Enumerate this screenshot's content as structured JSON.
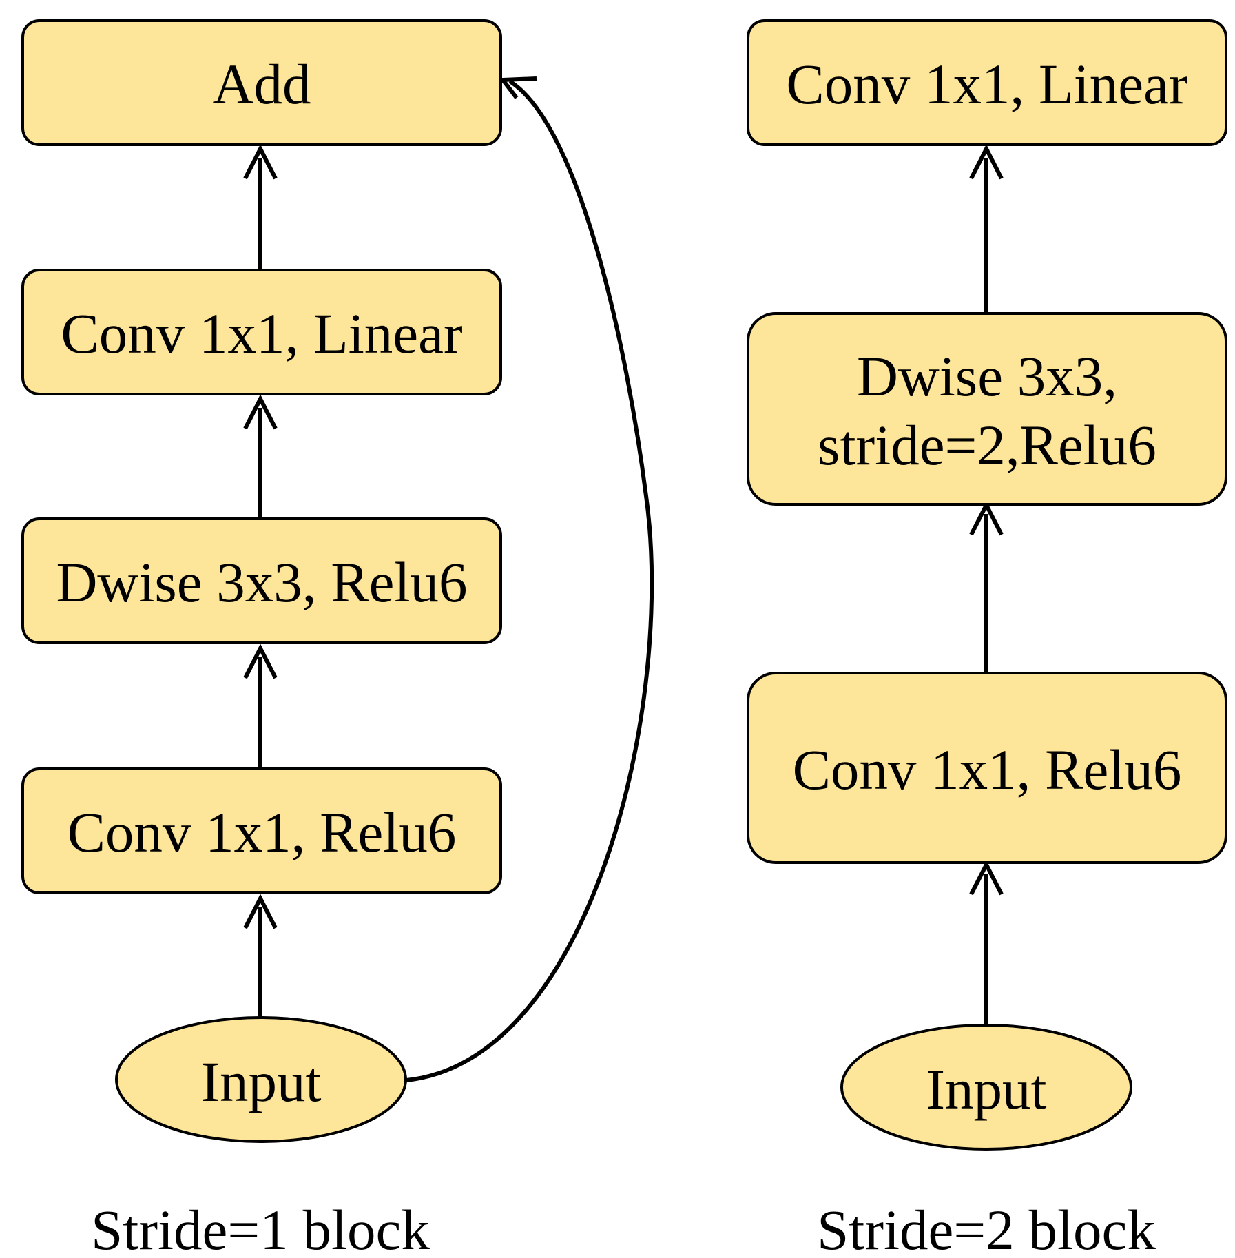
{
  "colors": {
    "node_fill": "#fde599",
    "stroke": "#000000",
    "background": "#ffffff"
  },
  "left_block": {
    "caption": "Stride=1 block",
    "input_label": "Input",
    "conv_relu_label": "Conv 1x1, Relu6",
    "dwise_label": "Dwise 3x3, Relu6",
    "conv_linear_label": "Conv 1x1, Linear",
    "add_label": "Add"
  },
  "right_block": {
    "caption": "Stride=2 block",
    "input_label": "Input",
    "conv_relu_label": "Conv 1x1, Relu6",
    "dwise_line1": "Dwise 3x3,",
    "dwise_line2": "stride=2,Relu6",
    "conv_linear_label": "Conv 1x1, Linear"
  }
}
